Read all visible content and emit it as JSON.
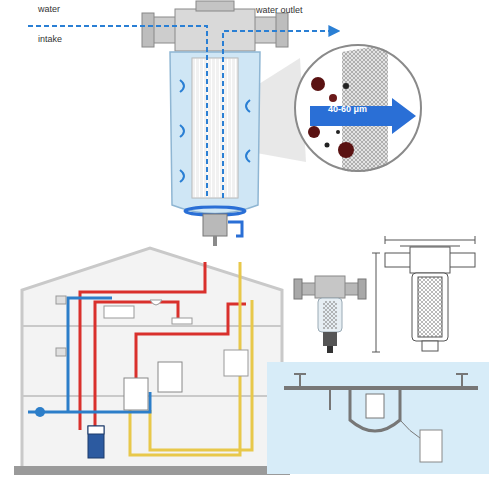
{
  "diagram": {
    "nodes": [
      {
        "text": [
          "40-60 μm"
        ]
      }
    ],
    "labels": [
      "water intake",
      "water outlet"
    ]
  }
}
